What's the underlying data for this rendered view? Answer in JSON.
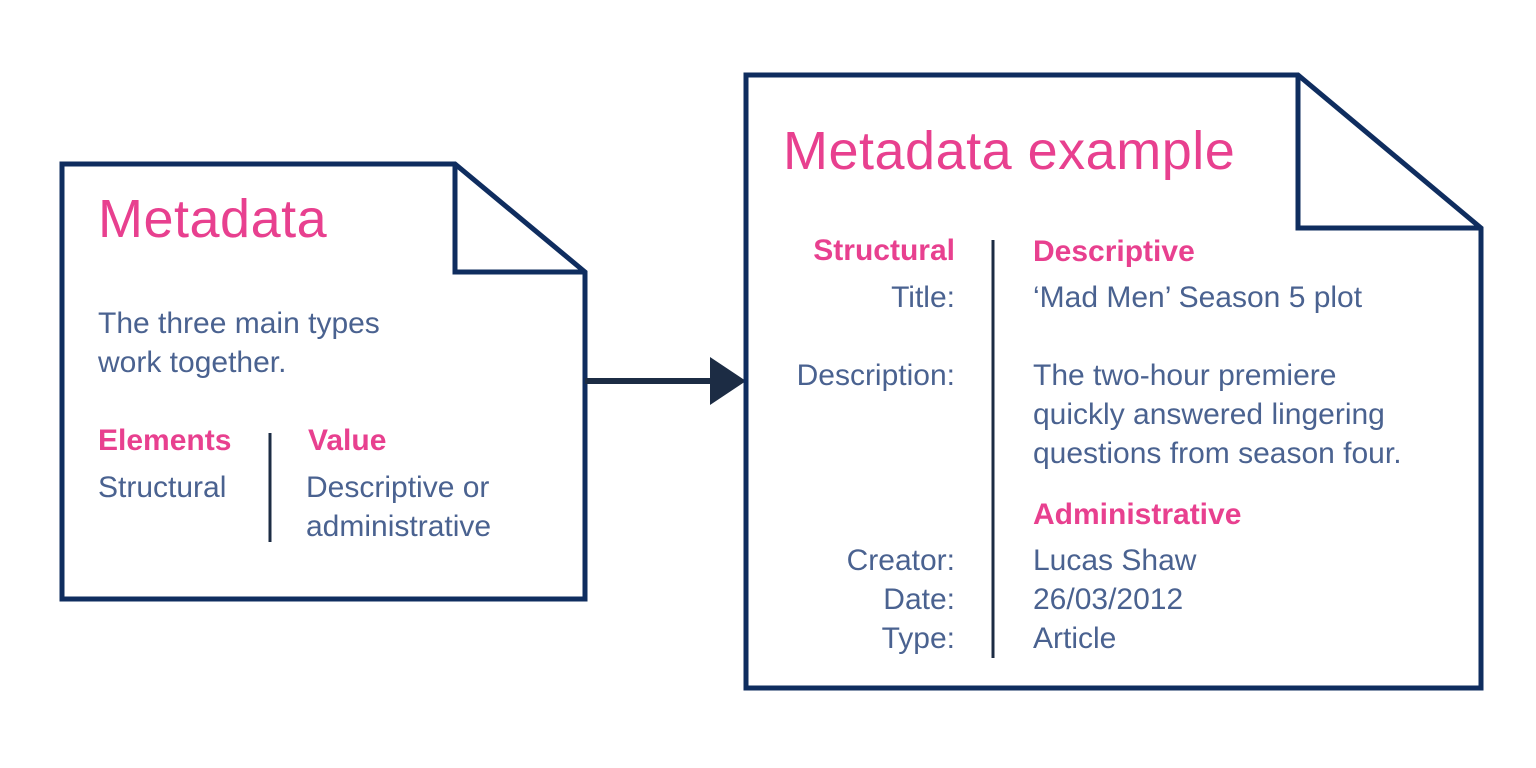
{
  "colors": {
    "accent": "#e8408f",
    "text": "#4a6290",
    "outline": "#0f2d5f",
    "arrow": "#1c2c44"
  },
  "left_card": {
    "title": "Metadata",
    "description_line1": "The three main types",
    "description_line2": "work together.",
    "elements_heading": "Elements",
    "elements_value": "Structural",
    "value_heading": "Value",
    "value_line1": "Descriptive or",
    "value_line2": "administrative"
  },
  "right_card": {
    "title": "Metadata example",
    "structural_heading": "Structural",
    "descriptive_heading": "Descriptive",
    "administrative_heading": "Administrative",
    "title_label": "Title:",
    "title_value": "‘Mad Men’ Season 5 plot",
    "description_label": "Description:",
    "description_line1": "The two-hour premiere",
    "description_line2": "quickly answered lingering",
    "description_line3": "questions from season four.",
    "creator_label": "Creator:",
    "creator_value": "Lucas Shaw",
    "date_label": "Date:",
    "date_value": "26/03/2012",
    "type_label": "Type:",
    "type_value": "Article"
  }
}
